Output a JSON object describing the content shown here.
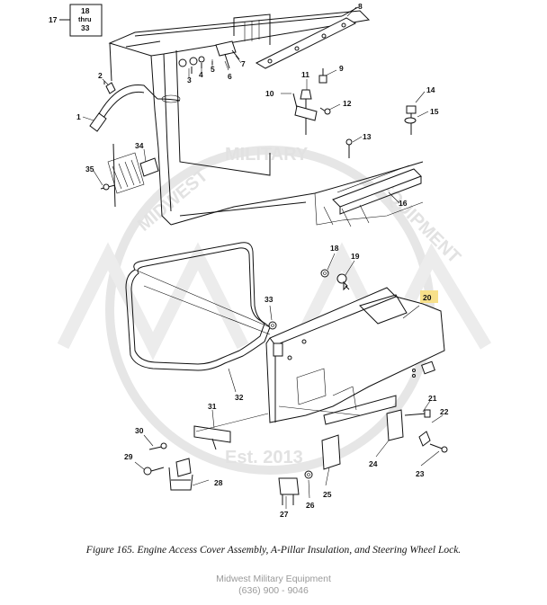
{
  "callouts": {
    "c17": "17",
    "c18": "18",
    "c_thru": "thru",
    "c33a": "33",
    "c8": "8",
    "c7": "7",
    "c5": "5",
    "c6": "6",
    "c4": "4",
    "c3": "3",
    "c2": "2",
    "c1": "1",
    "c9": "9",
    "c11": "11",
    "c10": "10",
    "c12": "12",
    "c14": "14",
    "c15": "15",
    "c13": "13",
    "c34": "34",
    "c35": "35",
    "c16": "16",
    "c18b": "18",
    "c19": "19",
    "c20": "20",
    "c33b": "33",
    "c32": "32",
    "c31": "31",
    "c30": "30",
    "c29": "29",
    "c28": "28",
    "c21": "21",
    "c22": "22",
    "c24": "24",
    "c23": "23",
    "c25": "25",
    "c26": "26",
    "c27": "27"
  },
  "caption": "Figure 165.  Engine Access Cover Assembly, A-Pillar Insulation, and Steering Wheel Lock.",
  "footer": {
    "line1": "Midwest Military Equipment",
    "line2": "(636) 900 - 9046"
  },
  "highlight_color": "#f7e08a"
}
